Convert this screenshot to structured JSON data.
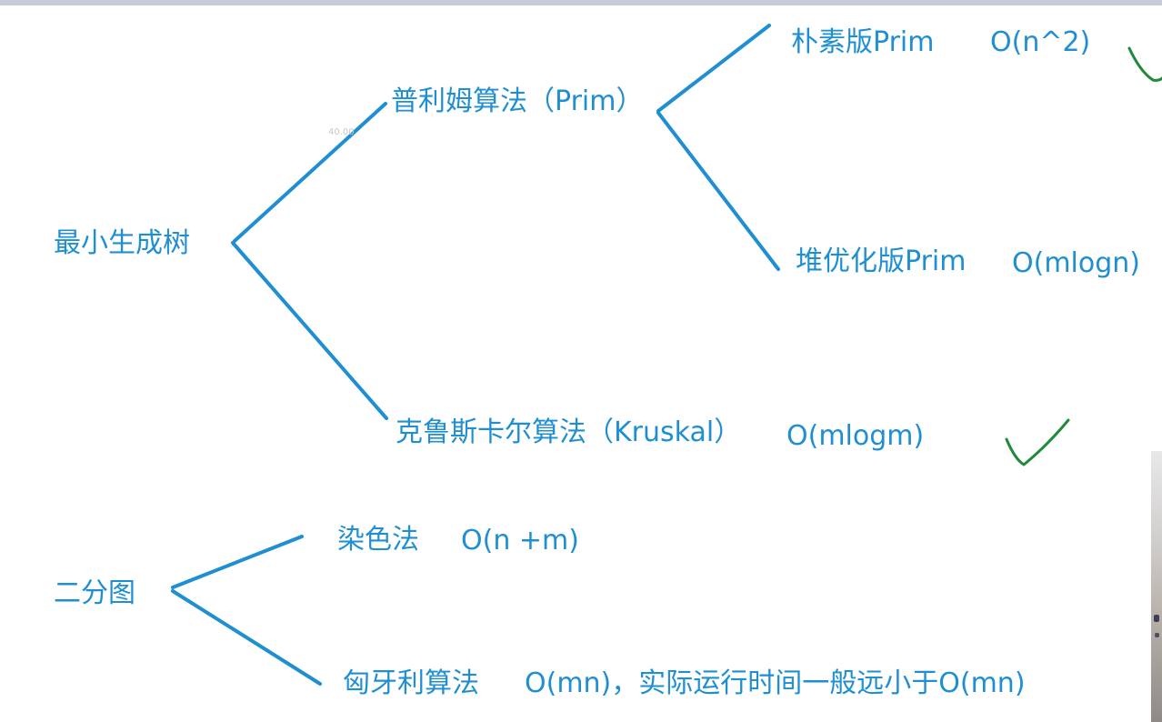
{
  "colors": {
    "ink_blue": "#1f8fd1",
    "ink_green": "#1e8a3a",
    "top_bar": "#c7ccd8"
  },
  "mst": {
    "root": "最小生成树",
    "prim": "普利姆算法（Prim）",
    "prim_naive": "朴素版Prim",
    "prim_naive_complexity": "O(n^2)",
    "prim_heap": "堆优化版Prim",
    "prim_heap_complexity": "O(mlogn)",
    "kruskal": "克鲁斯卡尔算法（Kruskal）",
    "kruskal_complexity": "O(mlogm)"
  },
  "bipartite": {
    "root": "二分图",
    "coloring": "染色法",
    "coloring_complexity": "O(n +m)",
    "hungarian": "匈牙利算法",
    "hungarian_complexity": "O(mn)，实际运行时间一般远小于O(mn)"
  },
  "faint_mark": "40.00"
}
